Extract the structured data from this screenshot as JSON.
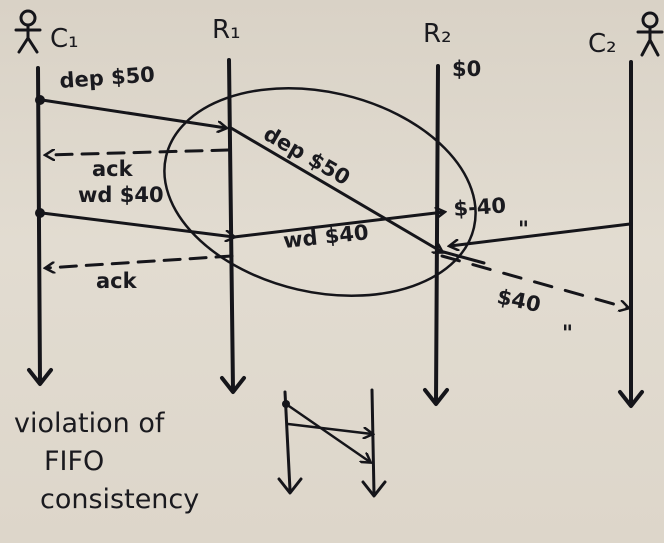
{
  "processes": [
    {
      "id": "c1",
      "label": "C₁"
    },
    {
      "id": "r1",
      "label": "R₁"
    },
    {
      "id": "r2",
      "label": "R₂"
    },
    {
      "id": "c2",
      "label": "C₂"
    }
  ],
  "r2_initial_balance": "$0",
  "messages": {
    "dep": "dep $50",
    "dep_to_r2": "dep $50",
    "ack1": "ack",
    "wd": "wd $40",
    "wd_to_r2": "wd $40",
    "ack2": "ack",
    "r2_balance_after_wd": "$-40",
    "r2_balance_after_dep": "$40"
  },
  "marks": {
    "ditto1": "\"",
    "ditto2": "\""
  },
  "caption": [
    "violation of",
    "FIFO",
    "consistency"
  ],
  "colors": {
    "ink": "#15151a",
    "board": "#dcd5c9"
  }
}
